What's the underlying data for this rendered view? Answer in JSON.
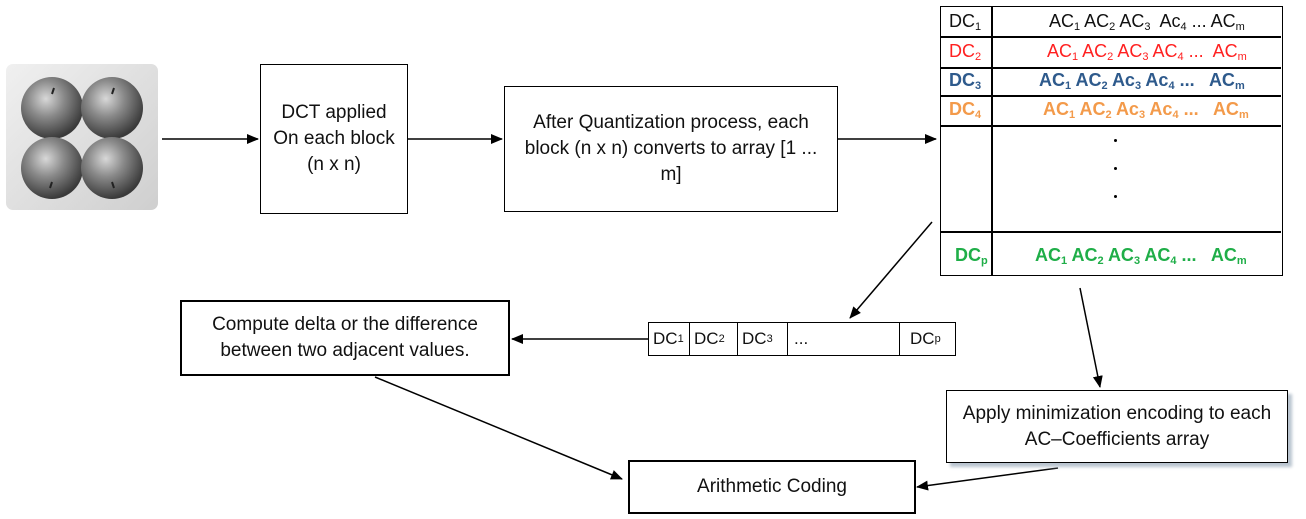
{
  "image_label": "apples-grayscale-photo",
  "boxes": {
    "dct": "DCT applied On each block (n x n)",
    "quant": "After Quantization process, each block (n x n) converts to array [1 ... m]",
    "delta": "Compute delta or the difference between two adjacent values.",
    "minimize": "Apply minimization encoding to each AC–Coefficients array",
    "arith": "Arithmetic Coding"
  },
  "matrix": {
    "rows": [
      {
        "dc": "DC",
        "dc_sub": "1",
        "color": "#222222",
        "ac": [
          "AC",
          "1",
          "AC",
          "2",
          "AC",
          "3",
          "Ac",
          "4",
          "...",
          "AC",
          "m"
        ]
      },
      {
        "dc": "DC",
        "dc_sub": "2",
        "color": "#ff2020",
        "ac": [
          "AC",
          "1",
          "AC",
          "2",
          "AC",
          "3",
          "AC",
          "4",
          "...",
          "AC",
          "m"
        ]
      },
      {
        "dc": "DC",
        "dc_sub": "3",
        "color": "#2e5a8c",
        "ac": [
          "AC",
          "1",
          "AC",
          "2",
          "Ac",
          "3",
          "Ac",
          "4",
          "...",
          "AC",
          "m"
        ]
      },
      {
        "dc": "DC",
        "dc_sub": "4",
        "color": "#f39a4a",
        "ac": [
          "AC",
          "1",
          "AC",
          "2",
          "Ac",
          "3",
          "Ac",
          "4",
          "...",
          "AC",
          "m"
        ]
      },
      {
        "dc": "DC",
        "dc_sub": "p",
        "color": "#1fae48",
        "ac": [
          "AC",
          "1",
          "AC",
          "2",
          "AC",
          "3",
          "AC",
          "4",
          "...",
          "AC",
          "m"
        ]
      }
    ]
  },
  "dc_array": [
    {
      "t": "DC",
      "s": "1"
    },
    {
      "t": "DC",
      "s": "2"
    },
    {
      "t": "DC",
      "s": "3"
    },
    {
      "t": "...",
      "s": ""
    },
    {
      "t": "DC",
      "s": "p"
    }
  ]
}
